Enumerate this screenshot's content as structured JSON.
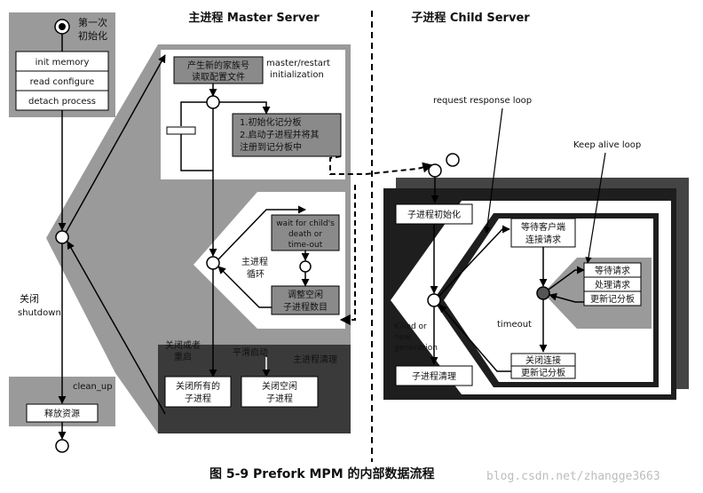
{
  "headers": {
    "master": "主进程 Master Server",
    "child": "子进程 Child Server"
  },
  "start": {
    "label_line1": "第一次",
    "label_line2": "初始化"
  },
  "init_steps": [
    "init memory",
    "read configure",
    "detach process"
  ],
  "shutdown": {
    "label_line1": "关闭",
    "label_line2": "shutdown"
  },
  "cleanup": {
    "tag": "clean_up",
    "box": "释放资源"
  },
  "master": {
    "gen_box_line1": "产生新的家族号",
    "gen_box_line2": "读取配置文件",
    "init_label_line1": "master/restart",
    "init_label_line2": "initialization",
    "scoreboard_line1": "1.初始化记分板",
    "scoreboard_line2": "2.启动子进程并将其",
    "scoreboard_line3": "注册到记分板中",
    "wait_line1": "wait for child's",
    "wait_line2": "death or",
    "wait_line3": "time-out",
    "loop_line1": "主进程",
    "loop_line2": "循环",
    "adjust_line1": "调整空闲",
    "adjust_line2": "子进程数目",
    "restart_line1": "关闭或者",
    "restart_line2": "重启",
    "graceful": "平滑启动",
    "cleanup": "主进程清理",
    "close_all_line1": "关闭所有的",
    "close_all_line2": "子进程",
    "close_idle_line1": "关闭空闲",
    "close_idle_line2": "子进程"
  },
  "child": {
    "request_loop": "request response loop",
    "keepalive_loop": "Keep alive loop",
    "init": "子进程初始化",
    "wait_line1": "等待客户端",
    "wait_line2": "连接请求",
    "wait_req": "等待请求",
    "process_req": "处理请求",
    "update_board": "更新记分板",
    "timeout": "timeout",
    "killed_line1": "Killed or",
    "killed_line2": "new",
    "killed_line3": "generation",
    "close_conn": "关闭连接",
    "update_board2": "更新记分板",
    "cleanup": "子进程清理"
  },
  "caption": "图 5-9    Prefork MPM 的内部数据流程",
  "watermark": "blog.csdn.net/zhangge3663"
}
